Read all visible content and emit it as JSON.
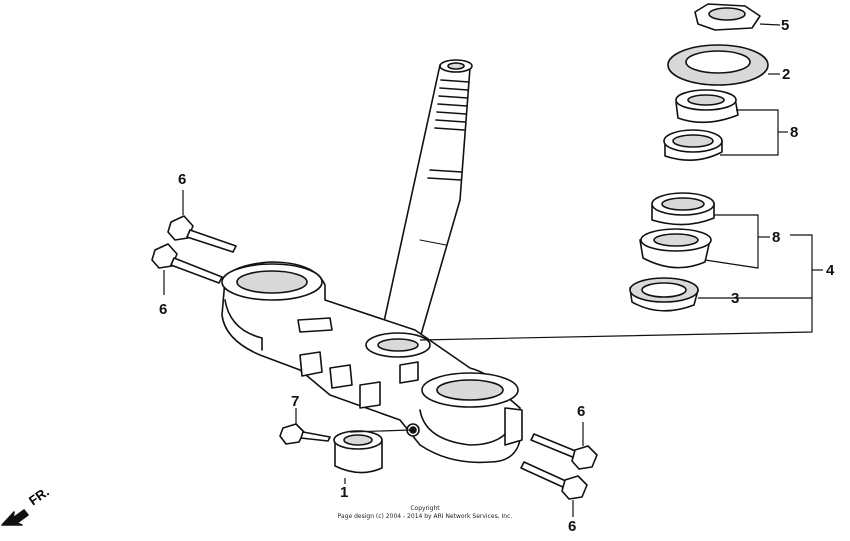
{
  "callouts": {
    "n1": "1",
    "n2": "2",
    "n3": "3",
    "n4": "4",
    "n5": "5",
    "n6a": "6",
    "n6b": "6",
    "n6c": "6",
    "n6d": "6",
    "n7": "7",
    "n8a": "8",
    "n8b": "8"
  },
  "direction": {
    "label": "FR."
  },
  "footer": {
    "line1": "Copyright",
    "line2": "Page design (c) 2004 - 2014 by ARI Network Services, Inc."
  },
  "colors": {
    "line": "#111111",
    "fill": "#ffffff",
    "shade": "#d9d9d9"
  }
}
